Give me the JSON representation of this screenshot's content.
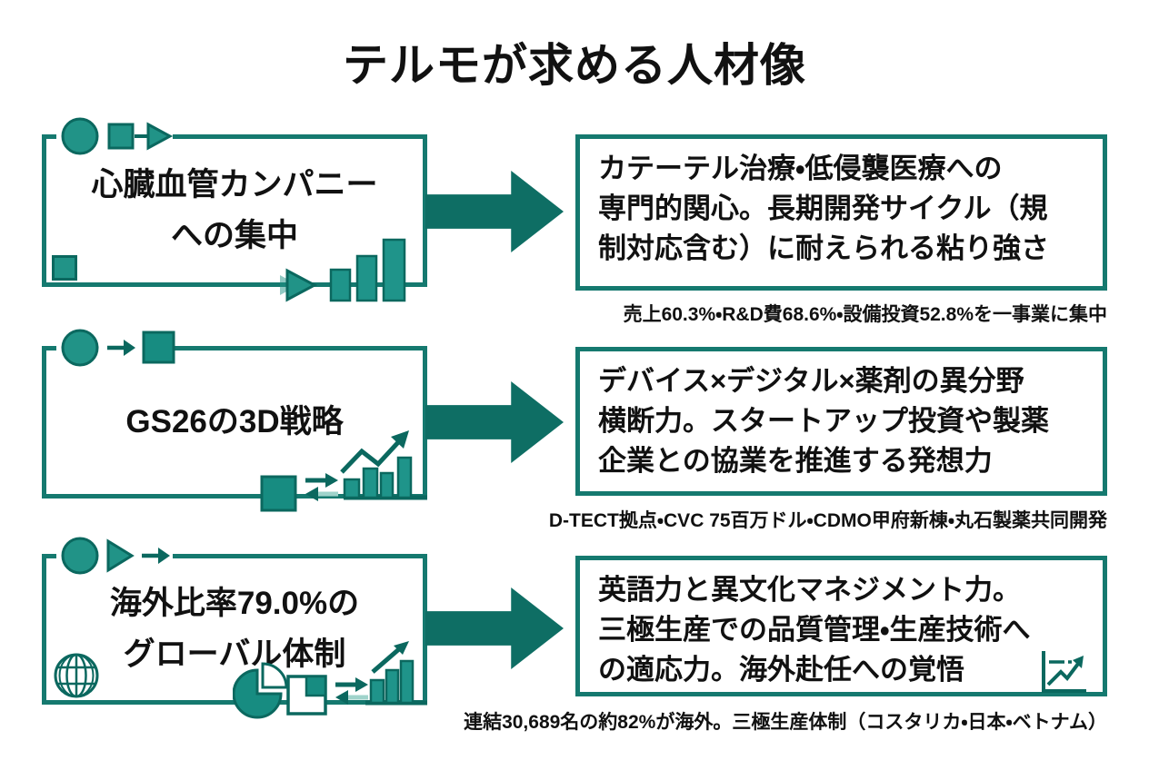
{
  "title": "テルモが求める人材像",
  "colors": {
    "teal_dark": "#0b685f",
    "teal": "#178c81",
    "teal_light": "#219387",
    "arrow": "#0e6e64",
    "box_border": "#15796f",
    "text": "#111111"
  },
  "rows": [
    {
      "left_title": "心臓血管カンパニー\nへの集中",
      "right_text": "カテーテル治療・低侵襲医療への\n専門的関心。長期開発サイクル（規\n制対応含む）に耐えられる粘り強さ",
      "caption": "売上60.3%・R&D費68.6%・設備投資52.8%を一事業に集中",
      "decor_icons": [
        "circle-icon",
        "square-icon",
        "arrow-right-icon",
        "square-icon",
        "play-triangle-icon",
        "bar-chart-icon"
      ]
    },
    {
      "left_title": "GS26の3D戦略",
      "right_text": "デバイス×デジタル×薬剤の異分野\n横断力。スタートアップ投資や製薬\n企業との協業を推進する発想力",
      "caption": "D-TECT拠点・CVC 75百万ドル・CDMO甲府新棟・丸石製薬共同開発",
      "decor_icons": [
        "circle-icon",
        "arrow-right-icon",
        "square-icon",
        "square-icon",
        "swap-arrows-icon",
        "trend-bar-chart-icon"
      ]
    },
    {
      "left_title": "海外比率79.0%の\nグローバル体制",
      "right_text": "英語力と異文化マネジメント力。\n三極生産での品質管理・生産技術へ\nの適応力。海外赴任への覚悟",
      "caption": "連結30,689名の約82%が海外。三極生産体制（コスタリカ・日本・ベトナム）",
      "decor_icons": [
        "circle-icon",
        "play-triangle-icon",
        "arrow-right-icon",
        "globe-icon",
        "pie-chart-icon",
        "overlap-squares-icon",
        "swap-arrows-icon",
        "trend-bar-chart-icon",
        "line-chart-icon"
      ]
    }
  ]
}
